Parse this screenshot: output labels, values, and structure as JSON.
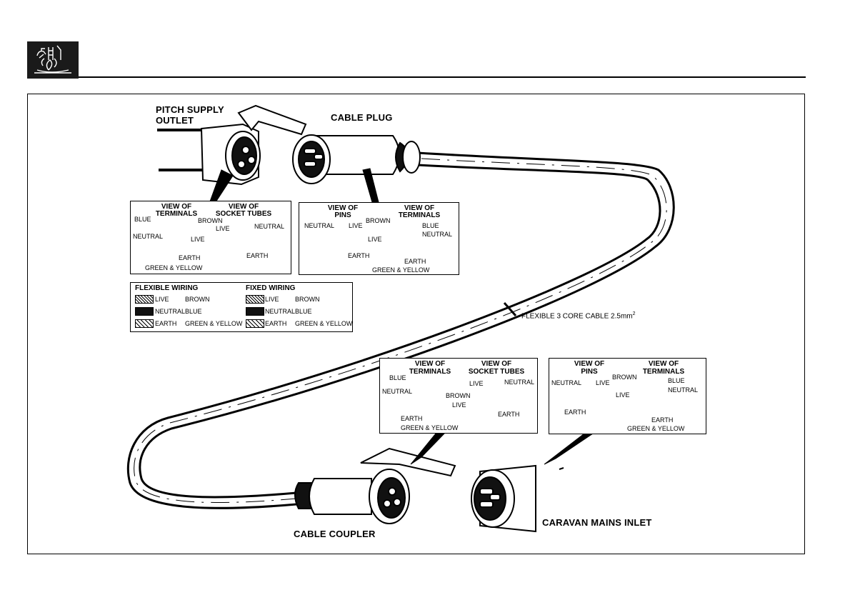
{
  "labels": {
    "pitch_supply_outlet": [
      "PITCH SUPPLY",
      "OUTLET"
    ],
    "cable_plug": "CABLE PLUG",
    "cable_coupler": "CABLE COUPLER",
    "caravan_mains_inlet": "CARAVAN MAINS INLET",
    "cable_spec": "FLEXIBLE 3 CORE CABLE 2.5mm",
    "cable_spec_sup": "2"
  },
  "pitch_outlet_box": {
    "left_heading": [
      "VIEW OF",
      "TERMINALS"
    ],
    "right_heading": [
      "VIEW OF",
      "SOCKET TUBES"
    ],
    "terminals": {
      "blue": "BLUE",
      "neutral": "NEUTRAL",
      "brown": "BROWN",
      "live": "LIVE",
      "earth": "EARTH",
      "green_yellow": "GREEN & YELLOW"
    },
    "tubes": {
      "live": "LIVE",
      "neutral": "NEUTRAL",
      "earth": "EARTH"
    }
  },
  "cable_plug_box": {
    "left_heading": [
      "VIEW OF",
      "PINS"
    ],
    "right_heading": [
      "VIEW OF",
      "TERMINALS"
    ],
    "pins": {
      "neutral": "NEUTRAL",
      "live": "LIVE",
      "earth": "EARTH"
    },
    "terminals": {
      "brown": "BROWN",
      "live": "LIVE",
      "blue": "BLUE",
      "neutral": "NEUTRAL",
      "earth": "EARTH",
      "green_yellow": "GREEN & YELLOW"
    }
  },
  "coupler_box": {
    "left_heading": [
      "VIEW OF",
      "TERMINALS"
    ],
    "right_heading": [
      "VIEW OF",
      "SOCKET TUBES"
    ],
    "terminals": {
      "blue": "BLUE",
      "neutral": "NEUTRAL",
      "brown": "BROWN",
      "live": "LIVE",
      "earth": "EARTH",
      "green_yellow": "GREEN & YELLOW"
    },
    "tubes": {
      "live": "LIVE",
      "neutral": "NEUTRAL",
      "earth": "EARTH"
    }
  },
  "inlet_box": {
    "left_heading": [
      "VIEW OF",
      "PINS"
    ],
    "right_heading": [
      "VIEW OF",
      "TERMINALS"
    ],
    "pins": {
      "neutral": "NEUTRAL",
      "live": "LIVE",
      "earth": "EARTH"
    },
    "terminals": {
      "brown": "BROWN",
      "live": "LIVE",
      "blue": "BLUE",
      "neutral": "NEUTRAL",
      "earth": "EARTH",
      "green_yellow": "GREEN & YELLOW"
    }
  },
  "wiring_legend": {
    "flexible": {
      "heading": "FLEXIBLE WIRING",
      "rows": [
        {
          "terminal": "LIVE",
          "colour": "BROWN"
        },
        {
          "terminal": "NEUTRAL",
          "colour": "BLUE"
        },
        {
          "terminal": "EARTH",
          "colour": "GREEN & YELLOW"
        }
      ]
    },
    "fixed": {
      "heading": "FIXED WIRING",
      "rows": [
        {
          "terminal": "LIVE",
          "colour": "BROWN"
        },
        {
          "terminal": "NEUTRAL",
          "colour": "BLUE"
        },
        {
          "terminal": "EARTH",
          "colour": "GREEN & YELLOW"
        }
      ]
    }
  },
  "icons": {
    "header": "caravan-electrics-icon"
  },
  "colors": {
    "ink": "#000000",
    "paper": "#ffffff",
    "icon_bg": "#1a1a1a"
  }
}
